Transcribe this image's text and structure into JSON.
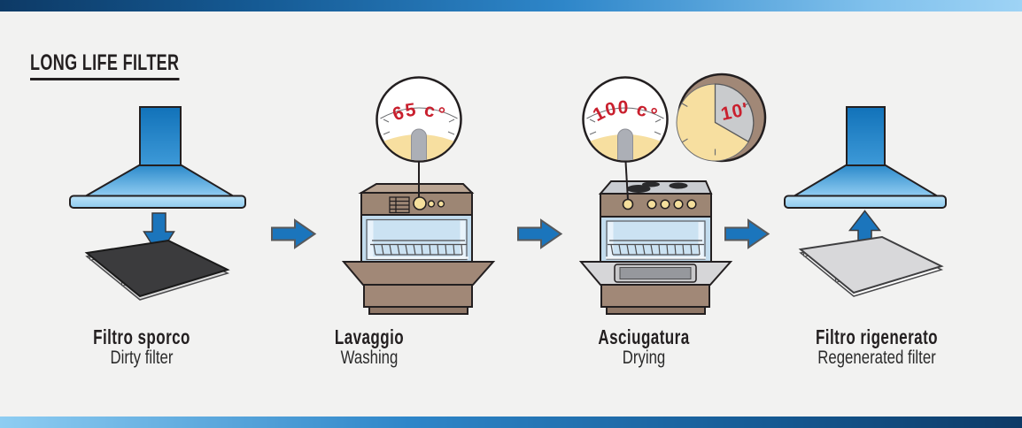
{
  "title": "LONG LIFE FILTER",
  "stages": [
    {
      "name": "dirty-filter",
      "label_it": "Filtro sporco",
      "label_en": "Dirty filter"
    },
    {
      "name": "washing",
      "label_it": "Lavaggio",
      "label_en": "Washing",
      "dial_value": "65 c°"
    },
    {
      "name": "drying",
      "label_it": "Asciugatura",
      "label_en": "Drying",
      "dial_value": "100 c°",
      "timer_value": "10'"
    },
    {
      "name": "regenerated-filter",
      "label_it": "Filtro rigenerato",
      "label_en": "Regenerated filter"
    }
  ],
  "colors": {
    "background": "#F2F2F1",
    "accent_blue": "#1B75BC",
    "dial_red": "#C9202E",
    "dial_yellow": "#F7DFA0",
    "appliance_brown": "#9D8674",
    "hood_blue_dark": "#1172B9",
    "hood_blue_light": "#8ECBF0",
    "filter_dark": "#3B3B3D",
    "filter_light": "#D8D8DA"
  }
}
